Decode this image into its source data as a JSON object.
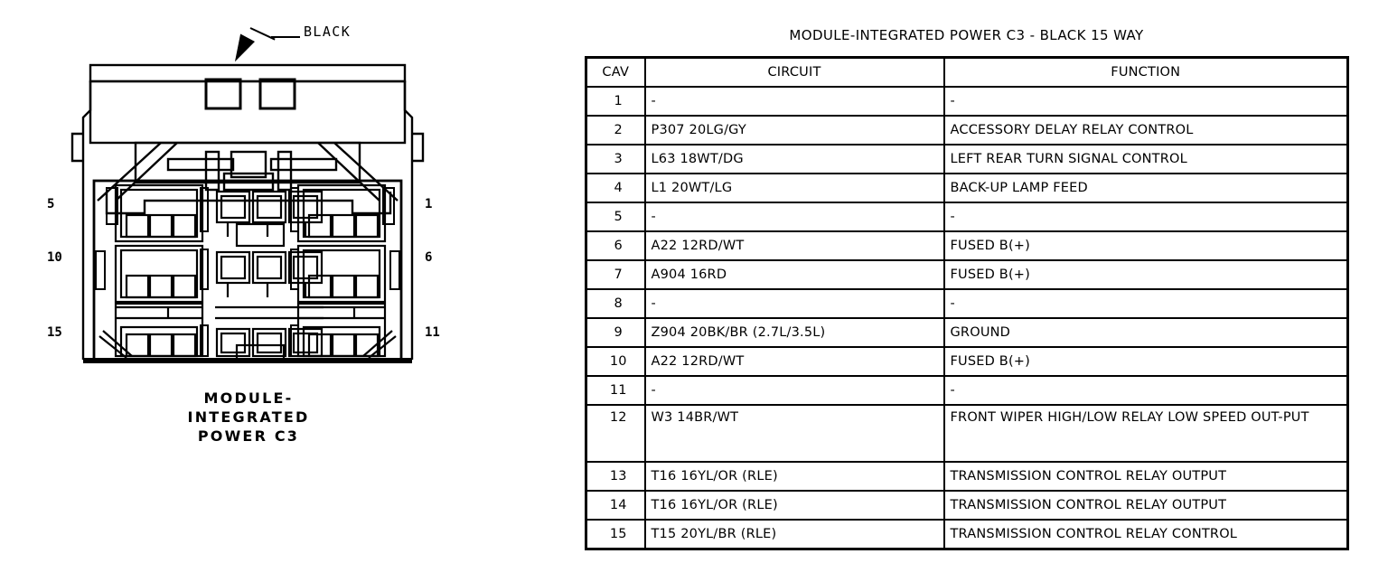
{
  "connector": {
    "callout_label": "BLACK",
    "caption_lines": [
      "MODULE-",
      "INTEGRATED",
      "POWER C3"
    ],
    "left_cavity_numbers": [
      "5",
      "10",
      "15"
    ],
    "right_cavity_numbers": [
      "1",
      "6",
      "11"
    ]
  },
  "table": {
    "title": "MODULE-INTEGRATED POWER C3 - BLACK 15 WAY",
    "headers": [
      "CAV",
      "CIRCUIT",
      "FUNCTION"
    ],
    "rows": [
      {
        "cav": "1",
        "circuit": "-",
        "function": "-"
      },
      {
        "cav": "2",
        "circuit": "P307 20LG/GY",
        "function": "ACCESSORY DELAY RELAY CONTROL"
      },
      {
        "cav": "3",
        "circuit": "L63 18WT/DG",
        "function": "LEFT REAR TURN SIGNAL CONTROL"
      },
      {
        "cav": "4",
        "circuit": "L1 20WT/LG",
        "function": "BACK-UP LAMP FEED"
      },
      {
        "cav": "5",
        "circuit": "-",
        "function": "-"
      },
      {
        "cav": "6",
        "circuit": "A22 12RD/WT",
        "function": "FUSED B(+)"
      },
      {
        "cav": "7",
        "circuit": "A904 16RD",
        "function": "FUSED B(+)"
      },
      {
        "cav": "8",
        "circuit": "-",
        "function": "-"
      },
      {
        "cav": "9",
        "circuit": "Z904 20BK/BR (2.7L/3.5L)",
        "function": "GROUND"
      },
      {
        "cav": "10",
        "circuit": "A22 12RD/WT",
        "function": "FUSED B(+)"
      },
      {
        "cav": "11",
        "circuit": "-",
        "function": "-"
      },
      {
        "cav": "12",
        "circuit": "W3 14BR/WT",
        "function": "FRONT WIPER HIGH/LOW RELAY LOW SPEED OUT-PUT",
        "tall": true
      },
      {
        "cav": "13",
        "circuit": "T16 16YL/OR (RLE)",
        "function": "TRANSMISSION CONTROL RELAY OUTPUT"
      },
      {
        "cav": "14",
        "circuit": "T16 16YL/OR (RLE)",
        "function": "TRANSMISSION CONTROL RELAY OUTPUT"
      },
      {
        "cav": "15",
        "circuit": "T15 20YL/BR (RLE)",
        "function": "TRANSMISSION CONTROL RELAY CONTROL"
      }
    ]
  },
  "colors": {
    "ink": "#000000",
    "paper": "#ffffff"
  }
}
